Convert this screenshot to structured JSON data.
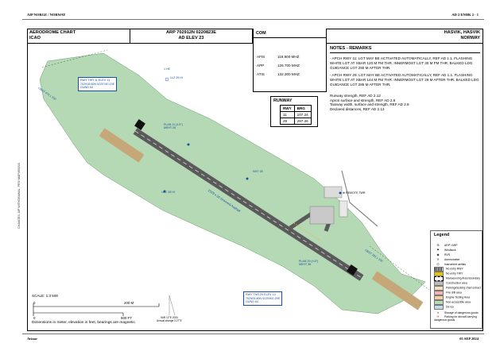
{
  "header": {
    "left": "AIP NORGE / NORWAY",
    "right": "AD 2 ENHK 2 - 1"
  },
  "footer": {
    "left": "Avinor",
    "right": "05 SEP 2024"
  },
  "side_text": "CHANGES: AIP WITHDRAWAL, PRIV MAPVENSIS",
  "title": {
    "chart_name": "AERODROME CHART",
    "chart_org": "ICAO",
    "arp": "ARP 702912N 0220823E",
    "elev": "AD ELEV 23",
    "aerodrome": "HASVIK, HASVIK",
    "country": "NORWAY"
  },
  "com": {
    "heading": "COM",
    "rows": [
      {
        "service": "AFIS",
        "freq": "119.900 MHZ"
      },
      {
        "service": "APP",
        "freq": "126.700 MHZ"
      },
      {
        "service": "ATIS",
        "freq": "132.300 MHZ"
      }
    ]
  },
  "remarks": {
    "heading": "NOTES - REMARKS",
    "p1": "- APCH RWY 11: LGT MAY BE ACTIVATED AUTOMATICALLY, REF AD 1.1. FLASHING WHITE LGT AT XBAR 120 M FM THR. INNERMOST LGT 30 M FM THR. BALKED LDG GUIDANCE LGT 290 M AFTER THR.",
    "p2": "- APCH RWY 29: LGT MAY BE ACTIVATED AUTOMATICALLY, REF AD 1.1. FLASHING WHITE LGT AT XBAR 144 M FM THR. INNERMOST LGT 29 M AFTER THR. BALKED LDG GUIDANCE LGT 285 M AFTER THR.",
    "l1": "Runway strength, REF AD 2.12",
    "l2": "Apron surface and strength, REF AD 2.8",
    "l3": "Taxiway width, surface and strength, REF AD 2.8",
    "l4": "Declared distances, REF AD 2.13"
  },
  "runway_table": {
    "heading": "RUNWAY",
    "col1": "RWY",
    "col2": "BRG",
    "rows": [
      {
        "rwy": "11",
        "brg": "107.24"
      },
      {
        "rwy": "29",
        "brg": "287.26"
      }
    ]
  },
  "map": {
    "thr11": {
      "title": "RWY THR 11 ELEV 11",
      "coords": "702918.60N 0220740.13E",
      "geoid": "GUND 54"
    },
    "thr29": {
      "title": "RWY THR 29 ELEV 13",
      "coords": "702904.80N 0220902.29E",
      "geoid": "GUND 64"
    },
    "runway_label": "1029 x 30 Grooved Asphalt",
    "obst_label": "OBST 474 x 150",
    "obst_label_2": "OBST 181 x 150",
    "papi11": "PLAN 11 (4.5°) MEHT 28",
    "papi29": "PLAN 29 (4.5°) MEHT 38",
    "llz": "LOC 28 HI",
    "ndb": "1 HE",
    "gp": "LLZ 29 HI",
    "kmt": "KMT 28",
    "remote": "REMOTE TWR"
  },
  "scale": {
    "title": "SCALE: 1:3 500",
    "m0": "0",
    "m200": "200 M",
    "f0": "0",
    "f500": "500 FT"
  },
  "note": "Dimensions in meter, elevation in feet, bearings are magnetic.",
  "magvar": {
    "line1": "VAR 12°E 2024",
    "line2": "Annual change 0.27°E"
  },
  "legend": {
    "heading": "Legend",
    "items": [
      "ARP / ARP",
      "Windsock",
      "RVR",
      "Anemometer",
      "Instrument aerials",
      "No entry RWY",
      "No entry TWY",
      "Manoeuvring Area Boundary",
      "Construction area",
      "Parking/docking chart extract",
      "Fire drill area",
      "Engine Testing Area",
      "Non-accessible area",
      "De-Ice",
      "Storage of dangerous goods",
      "Parking for aircraft carrying dangerous goods"
    ]
  },
  "colors": {
    "airport": "#b5d9b5",
    "runway": "#5a5a5a",
    "apron": "#c9c9c9",
    "water": "#bfe0ea",
    "annot": "#1a4fa0"
  }
}
